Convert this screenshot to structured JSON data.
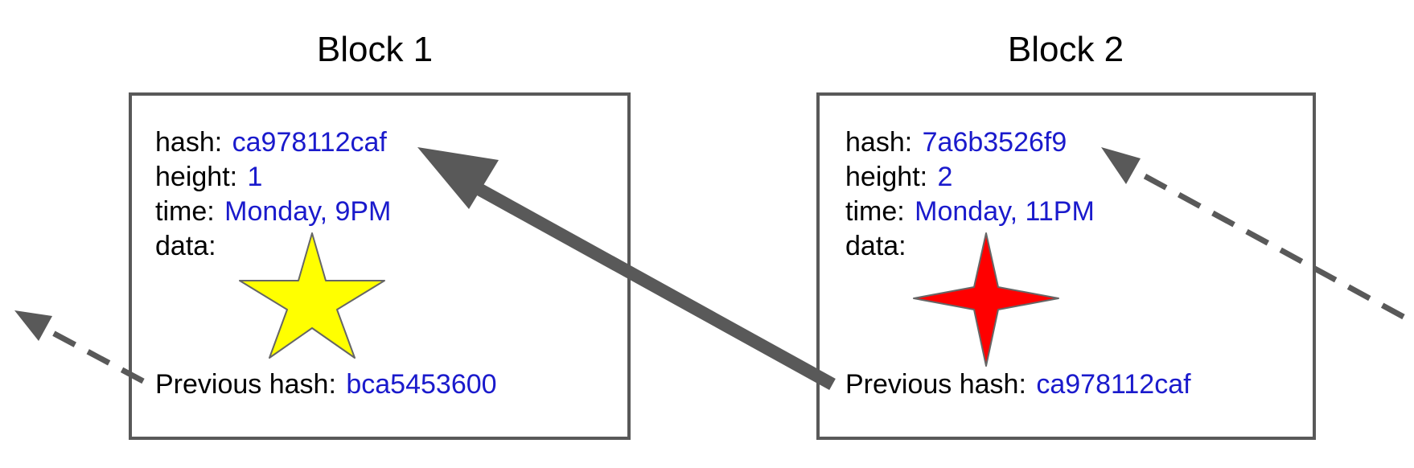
{
  "colors": {
    "label": "#000000",
    "value": "#1a1acc",
    "frame": "#595959",
    "arrow": "#595959",
    "star_fill": "#ffff00",
    "sparkle_fill": "#ff0000"
  },
  "blocks": [
    {
      "title": "Block 1",
      "hash_label": "hash:",
      "hash": "ca978112caf",
      "height_label": "height:",
      "height": "1",
      "time_label": "time:",
      "time": "Monday, 9PM",
      "data_label": "data:",
      "data_icon": "yellow-star-icon",
      "prev_label": "Previous hash:",
      "prev_hash": "bca5453600"
    },
    {
      "title": "Block 2",
      "hash_label": "hash:",
      "hash": "7a6b3526f9",
      "height_label": "height:",
      "height": "2",
      "time_label": "time:",
      "time": "Monday, 11PM",
      "data_label": "data:",
      "data_icon": "red-sparkle-icon",
      "prev_label": "Previous hash:",
      "prev_hash": "ca978112caf"
    }
  ],
  "connections": [
    {
      "from": "block-2-previous-hash",
      "to": "block-1-hash",
      "style": "solid"
    },
    {
      "from": "block-1-previous-hash",
      "to": "earlier-block",
      "style": "dashed"
    },
    {
      "from": "later-block",
      "to": "block-2-hash",
      "style": "dashed"
    }
  ]
}
